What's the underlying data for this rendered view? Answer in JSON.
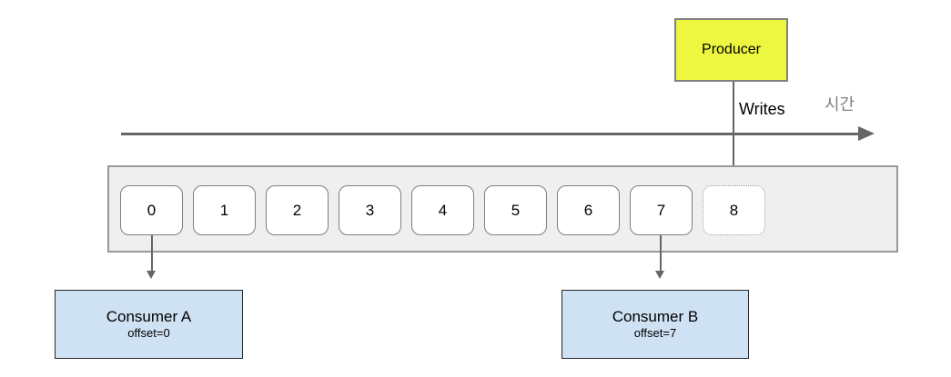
{
  "producer": {
    "label": "Producer"
  },
  "labels": {
    "writes": "Writes",
    "time": "시간"
  },
  "partition": {
    "cells": [
      "0",
      "1",
      "2",
      "3",
      "4",
      "5",
      "6",
      "7"
    ],
    "next_cell": "8"
  },
  "consumers": [
    {
      "name": "Consumer A",
      "offset": "offset=0"
    },
    {
      "name": "Consumer B",
      "offset": "offset=7"
    }
  ],
  "colors": {
    "producer_fill": "#edf73f",
    "producer_border": "#808080",
    "strip_fill": "#efefef",
    "strip_border": "#999999",
    "cell_border": "#7f7f7f",
    "consumer_fill": "#cfe2f3",
    "consumer_border": "#26282b",
    "arrow": "#666666",
    "time_label_color": "#808080"
  }
}
